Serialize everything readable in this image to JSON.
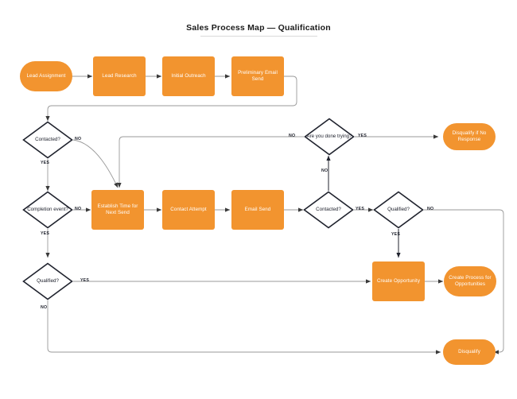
{
  "diagram": {
    "title": "Sales Process Map — Qualification",
    "colors": {
      "node_fill": "#f2942f",
      "node_text": "#ffffff",
      "decision_stroke": "#20232e",
      "connector": "#8a8a8a",
      "background": "#ffffff"
    },
    "nodes": [
      {
        "id": "lead-assignment",
        "label": "Lead Assignment",
        "shape": "pill"
      },
      {
        "id": "lead-research",
        "label": "Lead Research",
        "shape": "rect"
      },
      {
        "id": "initial-outreach",
        "label": "Initial Outreach",
        "shape": "rect"
      },
      {
        "id": "preliminary-email-send",
        "label": "Preliminary Email Send",
        "shape": "rect"
      },
      {
        "id": "establish-time-next-send",
        "label": "Establish Time for Next Send",
        "shape": "rect"
      },
      {
        "id": "contact-attempt",
        "label": "Contact Attempt",
        "shape": "rect"
      },
      {
        "id": "email-send",
        "label": "Email Send",
        "shape": "rect"
      },
      {
        "id": "disqualify-no-response",
        "label": "Disqualify if No Response",
        "shape": "pill"
      },
      {
        "id": "create-opportunity",
        "label": "Create Opportunity",
        "shape": "rect"
      },
      {
        "id": "create-process-opportunities",
        "label": "Create Process for Opportunities",
        "shape": "pill"
      },
      {
        "id": "disqualify",
        "label": "Disqualify",
        "shape": "pill"
      }
    ],
    "decisions": [
      {
        "id": "contacted-1",
        "label": "Contacted?"
      },
      {
        "id": "completion-event",
        "label": "Completion event?"
      },
      {
        "id": "qualified-left",
        "label": "Qualified?"
      },
      {
        "id": "are-you-done-trying",
        "label": "Are you done trying?"
      },
      {
        "id": "contacted-2",
        "label": "Contacted?"
      },
      {
        "id": "qualified-right",
        "label": "Qualified?"
      }
    ],
    "edge_labels": {
      "contacted1_no": "NO",
      "contacted1_yes": "YES",
      "completion_no": "NO",
      "completion_yes": "YES",
      "qualified_left_yes": "YES",
      "qualified_left_no": "NO",
      "done_trying_no": "NO",
      "done_trying_yes": "YES",
      "contacted2_no": "NO",
      "contacted2_yes": "YES",
      "qualified_right_no": "NO",
      "qualified_right_yes": "YES"
    }
  }
}
